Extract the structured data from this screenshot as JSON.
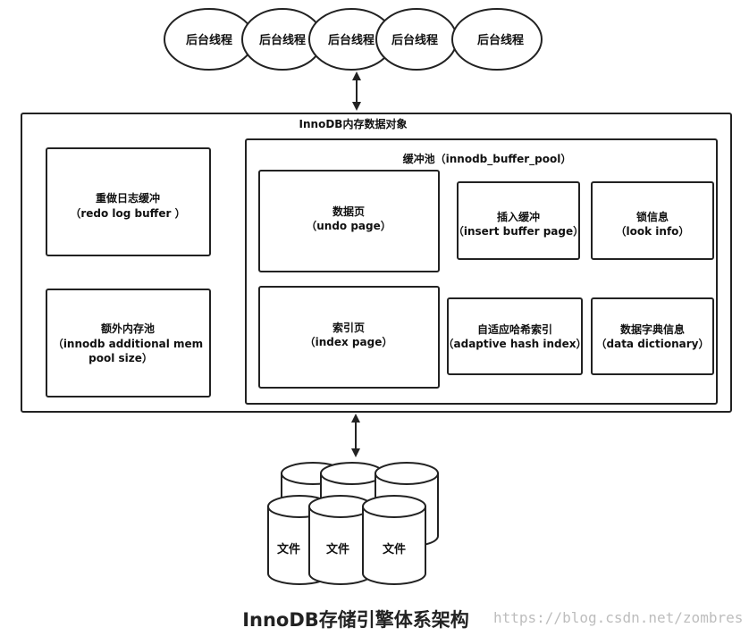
{
  "threads": {
    "labels": [
      "后台线程",
      "后台线程",
      "后台线程",
      "后台线程",
      "后台线程"
    ]
  },
  "memory_pool": {
    "title": "InnoDB内存数据对象",
    "redo_log": {
      "line1": "重做日志缓冲",
      "line2": "（redo log buffer ）"
    },
    "additional_mem": {
      "line1": "额外内存池",
      "line2": "（innodb additional mem",
      "line3": "pool size）"
    },
    "buffer_pool": {
      "title": "缓冲池（innodb_buffer_pool）",
      "data_page": {
        "line1": "数据页",
        "line2": "（undo page）"
      },
      "index_page": {
        "line1": "索引页",
        "line2": "（index page）"
      },
      "insert_buffer": {
        "line1": "插入缓冲",
        "line2": "（insert buffer page）"
      },
      "lock_info": {
        "line1": "锁信息",
        "line2": "（look info）"
      },
      "adaptive_hash": {
        "line1": "自适应哈希索引",
        "line2": "（adaptive hash index）"
      },
      "data_dictionary": {
        "line1": "数据字典信息",
        "line2": "（data dictionary）"
      }
    }
  },
  "files": {
    "labels": [
      "文件",
      "文件",
      "文件"
    ]
  },
  "caption": "InnoDB存储引擎体系架构",
  "watermark": "https://blog.csdn.net/zombres"
}
